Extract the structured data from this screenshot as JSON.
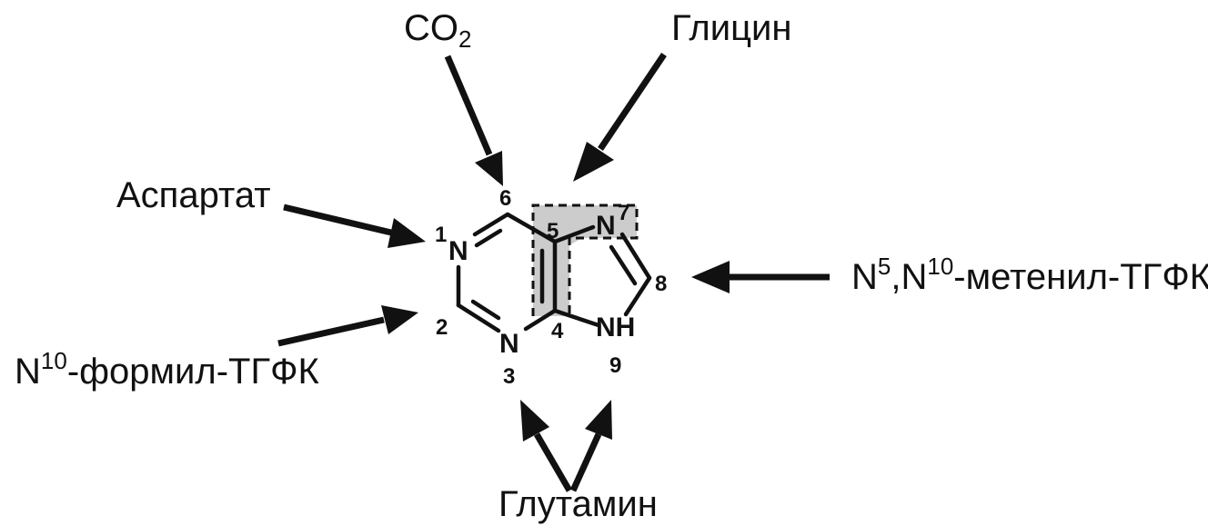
{
  "sources": {
    "co2": {
      "base": "CO",
      "sub": "2"
    },
    "glycine": "Глицин",
    "aspartate": "Аспартат",
    "methenyl": {
      "p1": "N",
      "s1": "5",
      "p2": ",N",
      "s2": "10",
      "p3": "-метенил-ТГФК"
    },
    "formyl": {
      "p1": "N",
      "s1": "10",
      "p2": "-формил-ТГФК"
    },
    "glutamine": "Глутамин"
  },
  "atoms": {
    "n1": "N",
    "n3": "N",
    "n7": "N",
    "nh9": "NH"
  },
  "positions": {
    "p1": "1",
    "p2": "2",
    "p3": "3",
    "p4": "4",
    "p5": "5",
    "p6": "6",
    "p7": "7",
    "p8": "8",
    "p9": "9"
  },
  "colors": {
    "ink": "#111111",
    "highlight": "#cccccc"
  }
}
